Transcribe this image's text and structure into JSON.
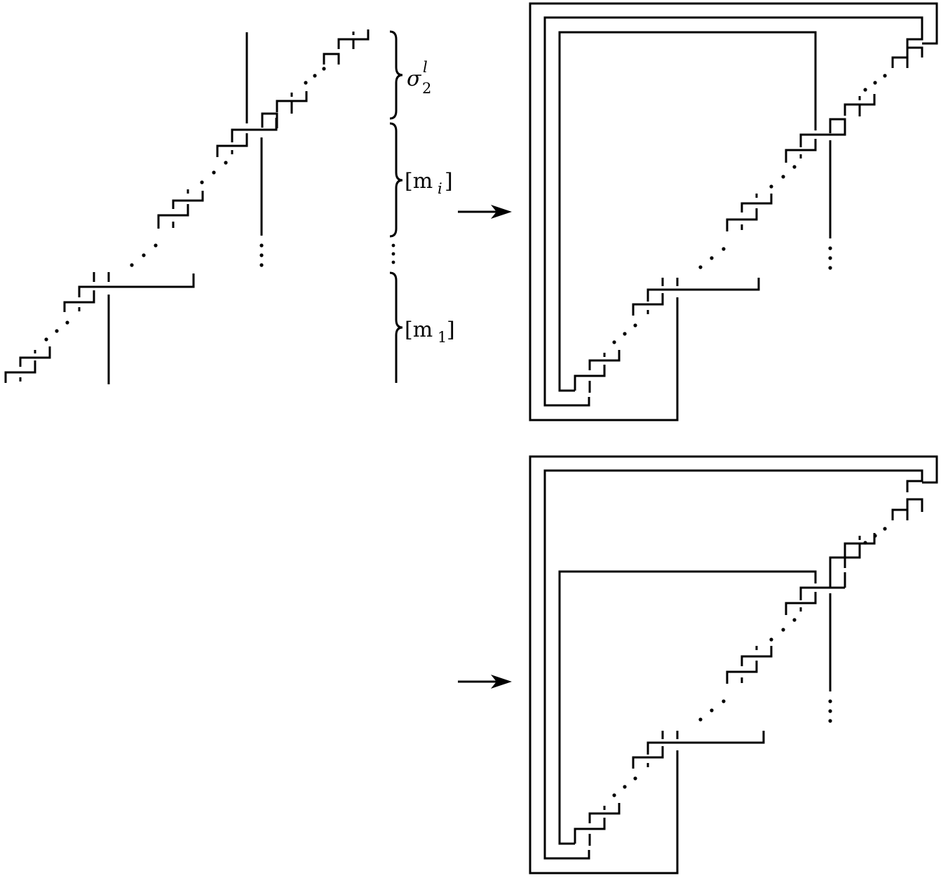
{
  "labels": {
    "sigma_base": "σ",
    "sigma_sub": "2",
    "sigma_sup": "l",
    "mi_open": "[m",
    "mi_sub": "i",
    "mi_close": "]",
    "m1_open": "[m",
    "m1_sub": "1",
    "m1_close": "]"
  },
  "colors": {
    "stroke": "#000000",
    "background": "#ffffff"
  }
}
